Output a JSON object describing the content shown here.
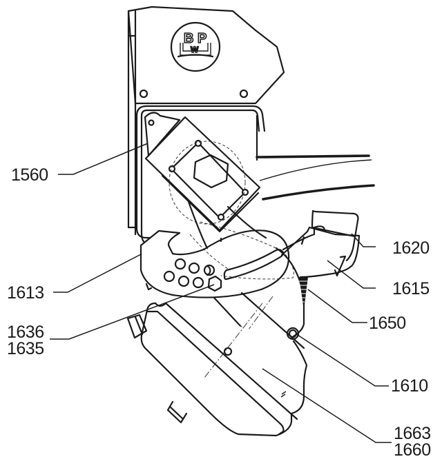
{
  "figure": {
    "subject": "Axle lift / suspension bracket assembly with air spring (technical patent-style drawing)",
    "logo": {
      "letters_top": "B P",
      "letters_bottom": "W"
    }
  },
  "callouts": [
    {
      "id": "1560",
      "label": "1560",
      "target": "bracket clamp plate"
    },
    {
      "id": "1613",
      "label": "1613",
      "target": "hanger bracket"
    },
    {
      "id": "1636",
      "label": "1636",
      "target": "bolt"
    },
    {
      "id": "1635",
      "label": "1635",
      "target": "nut"
    },
    {
      "id": "1620",
      "label": "1620",
      "target": "cap"
    },
    {
      "id": "1615",
      "label": "1615",
      "target": "lift arm"
    },
    {
      "id": "1650",
      "label": "1650",
      "target": "spring coil"
    },
    {
      "id": "1610",
      "label": "1610",
      "target": "lever"
    },
    {
      "id": "1663",
      "label": "1663",
      "target": "air bellows housing"
    },
    {
      "id": "1660",
      "label": "1660",
      "target": "air bellows"
    }
  ],
  "colors": {
    "line": "#1a1a1a",
    "background": "#ffffff"
  }
}
